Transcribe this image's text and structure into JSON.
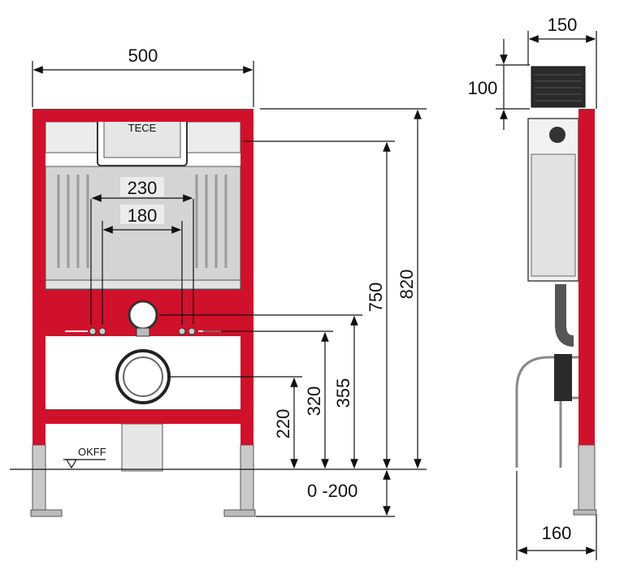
{
  "dimensions": {
    "front_width": "500",
    "inner_spacing": "230",
    "stud_spacing": "180",
    "height_750": "750",
    "height_820": "820",
    "height_355": "355",
    "height_320": "320",
    "height_220": "220",
    "floor_range": "0 -200",
    "side_depth": "150",
    "side_box_height": "100",
    "side_bottom": "160"
  },
  "labels": {
    "floor_level": "OKFF",
    "brand": "TECE"
  },
  "colors": {
    "frame": "#d0112b",
    "steel": "#d4d4d4",
    "line": "#111111"
  }
}
